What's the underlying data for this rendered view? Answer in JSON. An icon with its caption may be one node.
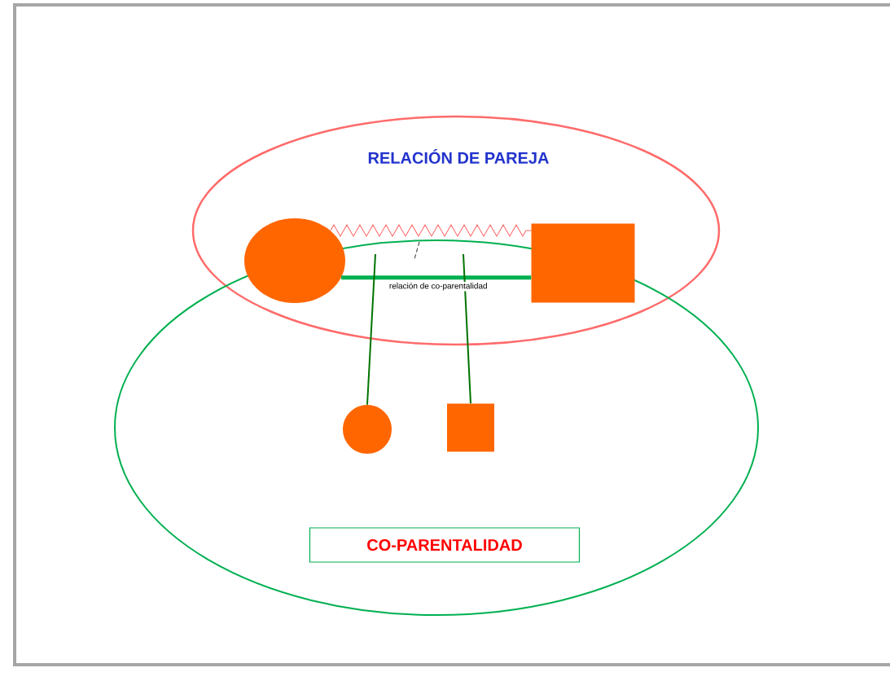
{
  "diagram": {
    "nodes": [
      {
        "text": [
          "RELACIÓN  DE PAREJA"
        ]
      },
      {
        "text": [],
        "shape": "ellipse"
      },
      {
        "text": [],
        "shape": "ellipse",
        "in": 0
      },
      {
        "text": [],
        "shape": "box",
        "in": 0
      },
      {
        "text": [],
        "shape": "circle",
        "in": 1
      },
      {
        "text": [],
        "shape": "box",
        "in": 1
      },
      {
        "text": [
          "CO-PARENTALIDAD"
        ],
        "in": 1
      }
    ],
    "edges": [
      {
        "from": 2,
        "to": 3,
        "arrow": "none",
        "color": "#ff6666"
      },
      {
        "from": 2,
        "to": 3,
        "arrow": "none",
        "style": "thick",
        "color": "#00b050",
        "label": "relación de co-parentalidad"
      },
      {
        "from": null,
        "to": 4,
        "arrow": "none"
      },
      {
        "from": null,
        "to": 5,
        "arrow": "none"
      }
    ]
  }
}
